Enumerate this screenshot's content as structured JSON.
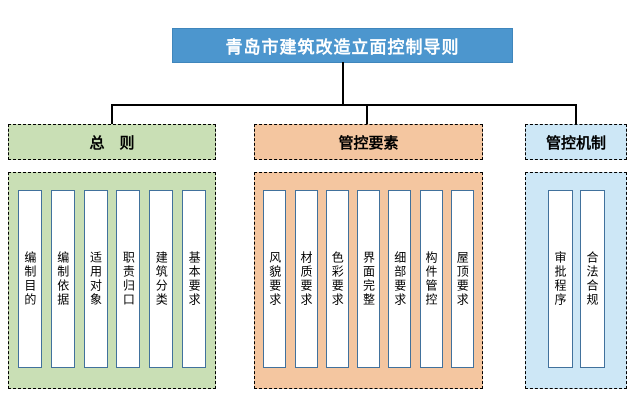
{
  "title": "青岛市建筑改造立面控制导则",
  "colors": {
    "title_fill": "#4C96CE",
    "title_text": "#FFFFFF",
    "group_general_fill": "#C9DFB5",
    "group_elements_fill": "#F4C6A0",
    "group_mechanism_fill": "#CDE7F6",
    "cell_fill": "#FFFFFF",
    "cell_border": "#41719C",
    "connector_line": "#000000",
    "dashed_border": "#000000"
  },
  "groups": [
    {
      "label": "总　则",
      "items": [
        "编制目的",
        "编制依据",
        "适用对象",
        "职责归口",
        "建筑分类",
        "基本要求"
      ]
    },
    {
      "label": "管控要素",
      "items": [
        "风貌要求",
        "材质要求",
        "色彩要求",
        "界面完整",
        "细部要求",
        "构件管控",
        "屋顶要求"
      ]
    },
    {
      "label": "管控机制",
      "items": [
        "审批程序",
        "合法合规"
      ]
    }
  ]
}
